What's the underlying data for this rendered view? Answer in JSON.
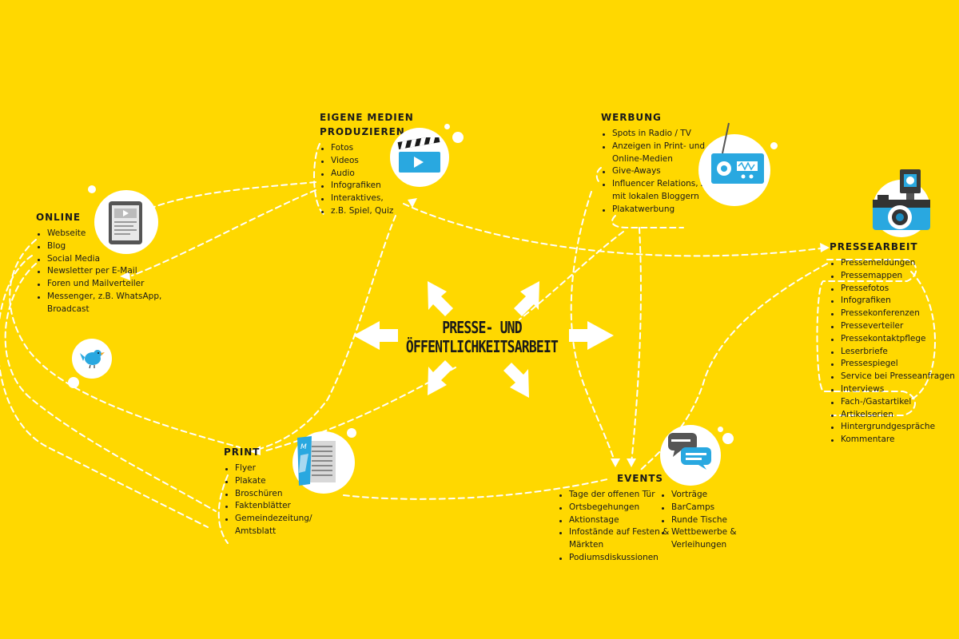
{
  "center": {
    "line1": "PRESSE- UND",
    "line2": "ÖFFENTLICHKEITSARBEIT"
  },
  "eigene_medien": {
    "title_line1": "Eigene medien",
    "title_line2": "produzieren",
    "items": [
      "Fotos",
      "Videos",
      "Audio",
      "Infografiken",
      "Interaktives,",
      "z.B. Spiel, Quiz"
    ]
  },
  "werbung": {
    "title": "Werbung",
    "items": [
      "Spots in Radio / TV",
      "Anzeigen in Print- und",
      "Online-Medien",
      "Give-Aways",
      "Influencer Relations, z.B.",
      "mit lokalen Bloggern",
      "Plakatwerbung"
    ]
  },
  "online": {
    "title": "Online",
    "items": [
      "Webseite",
      "Blog",
      "Social Media",
      "Newsletter per E-Mail",
      "Foren und Mailverteiler",
      "Messenger, z.B. WhatsApp,",
      "Broadcast"
    ]
  },
  "presse": {
    "title": "Pressearbeit",
    "items": [
      "Pressemeldungen",
      "Pressemappen",
      "Pressefotos",
      "Infografiken",
      "Pressekonferenzen",
      "Presseverteiler",
      "Pressekontaktpflege",
      "Leserbriefe",
      "Pressespiegel",
      "Service bei Presseanfragen",
      "Interviews",
      "Fach-/Gastartikel",
      "Artikelserien",
      "Hintergrundgespräche",
      "Kommentare"
    ]
  },
  "print": {
    "title": "Print",
    "items": [
      "Flyer",
      "Plakate",
      "Broschüren",
      "Faktenblätter",
      "Gemeindezeitung/",
      "Amtsblatt"
    ]
  },
  "events": {
    "title": "Events",
    "col1": [
      "Tage der offenen Tür",
      "Ortsbegehungen",
      "Aktionstage",
      "Infostände auf Festen &",
      "Märkten",
      "Podiumsdiskussionen"
    ],
    "col2": [
      "Vorträge",
      "BarCamps",
      "Runde Tische",
      "Wettbewerbe &",
      "Verleihungen"
    ]
  },
  "colors": {
    "background": "#ffd800",
    "accent_blue": "#29a8e0",
    "dark": "#1a1a1a",
    "white": "#ffffff"
  }
}
